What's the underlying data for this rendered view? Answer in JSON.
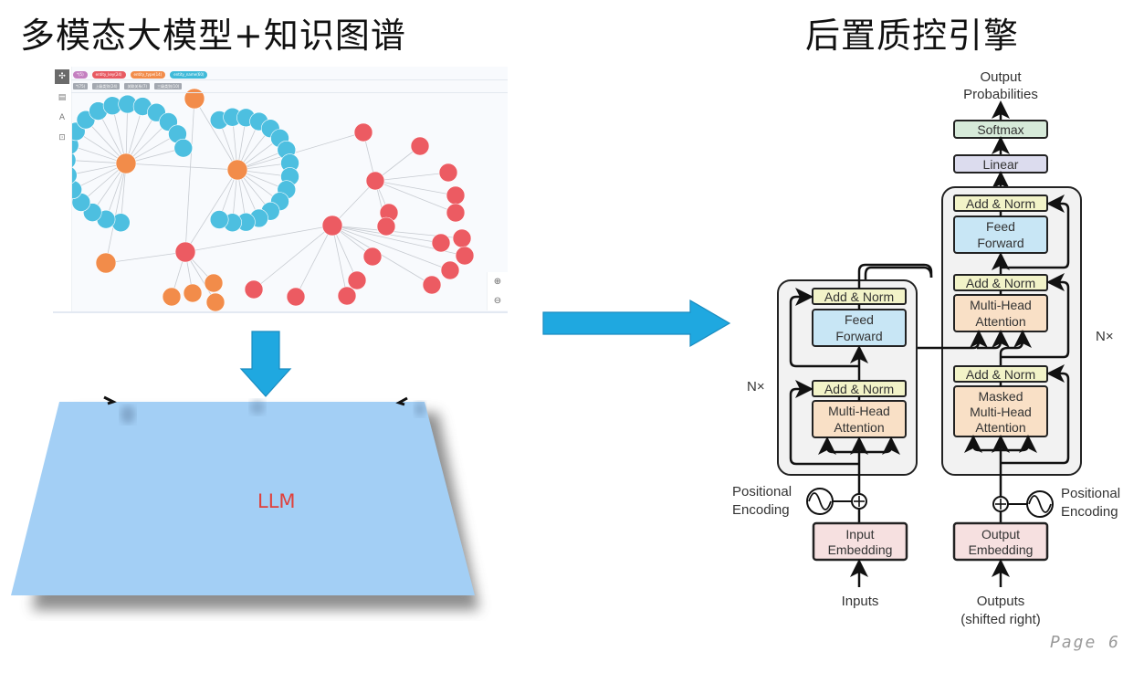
{
  "slide": {
    "left_title": "多模态大模型+知识图谱",
    "right_title": "后置质控引擎",
    "page_label": "Page 6"
  },
  "knowledge_graph": {
    "toolbar": [
      {
        "icon": "graph-icon",
        "label": "Graph",
        "active": true
      },
      {
        "icon": "table-icon",
        "label": "Table",
        "active": false
      },
      {
        "icon": "text-icon",
        "label": "Text",
        "active": false
      },
      {
        "icon": "code-icon",
        "label": "Code",
        "active": false
      }
    ],
    "legend_chips": [
      {
        "label": "*(5)",
        "color": "#c47fc0"
      },
      {
        "label": "entity_key(24)",
        "color": "#e85a62"
      },
      {
        "label": "entity_type(14)",
        "color": "#f28c4a"
      },
      {
        "label": "entity_name(60)",
        "color": "#3fbad9"
      }
    ],
    "relation_tags": [
      {
        "label": "*(75)"
      },
      {
        "label": "上级类别(24)"
      },
      {
        "label": "关联关系(7)"
      },
      {
        "label": "三级类别(10)"
      }
    ],
    "zoom_in": "⊕",
    "zoom_out": "⊖",
    "node_colors": {
      "entity": "#4dbfe0",
      "type": "#f28c4a",
      "key": "#ec5b62"
    }
  },
  "llm": {
    "label": "LLM",
    "fill_color": "#a3cff5",
    "label_color": "#e0413c"
  },
  "arrows": {
    "color": "#1fa8e0"
  },
  "transformer": {
    "output_label_1": "Output",
    "output_label_2": "Probabilities",
    "softmax": "Softmax",
    "linear": "Linear",
    "encoder": {
      "add_norm_top": "Add & Norm",
      "ff_1": "Feed",
      "ff_2": "Forward",
      "add_norm_bottom": "Add & Norm",
      "mha_1": "Multi-Head",
      "mha_2": "Attention",
      "nx": "N×"
    },
    "decoder": {
      "add_norm_top": "Add & Norm",
      "ff_1": "Feed",
      "ff_2": "Forward",
      "add_norm_mid": "Add & Norm",
      "mha_1": "Multi-Head",
      "mha_2": "Attention",
      "add_norm_bottom": "Add & Norm",
      "masked_1": "Masked",
      "masked_2": "Multi-Head",
      "masked_3": "Attention",
      "nx": "N×"
    },
    "pos_enc_left_1": "Positional",
    "pos_enc_left_2": "Encoding",
    "pos_enc_right_1": "Positional",
    "pos_enc_right_2": "Encoding",
    "input_emb_1": "Input",
    "input_emb_2": "Embedding",
    "output_emb_1": "Output",
    "output_emb_2": "Embedding",
    "inputs": "Inputs",
    "outputs_1": "Outputs",
    "outputs_2": "(shifted right)",
    "colors": {
      "softmax": "#d6ead9",
      "linear": "#dcdcee",
      "add_norm": "#f2f3c8",
      "feed_forward": "#c8e6f5",
      "attention": "#f9e0c6",
      "embedding": "#f6e0e0",
      "block_bg": "#f2f2f2"
    }
  }
}
